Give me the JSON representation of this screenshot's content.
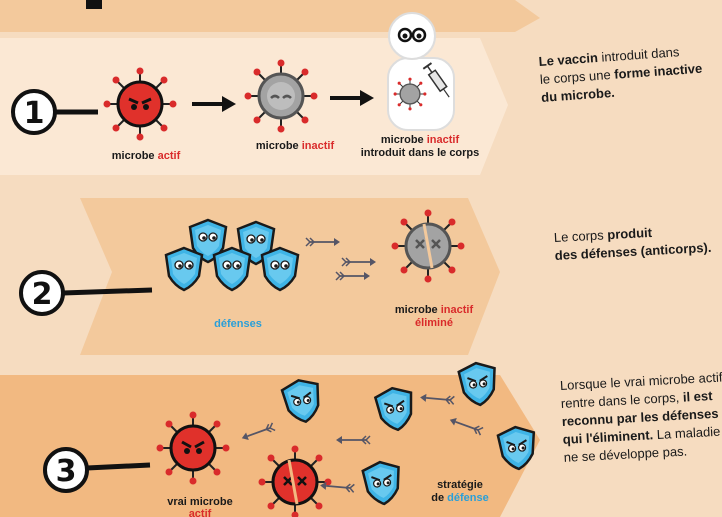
{
  "colors": {
    "background": "#f6dcc0",
    "band_light": "#fbe8d4",
    "band_mid": "#f3c99c",
    "band_deep": "#f2b981",
    "virus_red": "#d92b2b",
    "virus_grey": "#9a9a9a",
    "shield_blue": "#3fb4e6",
    "ink": "#111111"
  },
  "steps": [
    {
      "number": "1",
      "labels": {
        "active": [
          "microbe ",
          "actif"
        ],
        "inactive": [
          "microbe ",
          "inactif"
        ],
        "introduced_line1": [
          "microbe ",
          "inactif"
        ],
        "introduced_line2": "introduit dans le corps"
      },
      "description": {
        "l1_bold": "Le vaccin",
        "l1_rest": " introduit dans",
        "l2_plain": "le corps une ",
        "l2_bold": "forme inactive",
        "l3_bold": "du microbe."
      }
    },
    {
      "number": "2",
      "labels": {
        "defenses": "défenses",
        "eliminated_l1": [
          "microbe ",
          "inactif"
        ],
        "eliminated_l2": "éliminé"
      },
      "description": {
        "l1_plain": "Le corps ",
        "l1_bold": "produit",
        "l2_bold": "des défenses (anticorps)."
      }
    },
    {
      "number": "3",
      "labels": {
        "real_l1": "vrai microbe",
        "real_l2": "actif",
        "strategy_l1": "stratégie",
        "strategy_l2_plain": "de ",
        "strategy_l2_blue": "défense"
      },
      "description": {
        "l1": "Lorsque le vrai microbe actif",
        "l2_plain": "rentre dans le corps, ",
        "l2_bold": "il est",
        "l3_bold": "reconnu par les défenses",
        "l4_bold": "qui l'éliminent.",
        "l4_plain": " La maladie",
        "l5": "ne se développe pas."
      }
    }
  ]
}
